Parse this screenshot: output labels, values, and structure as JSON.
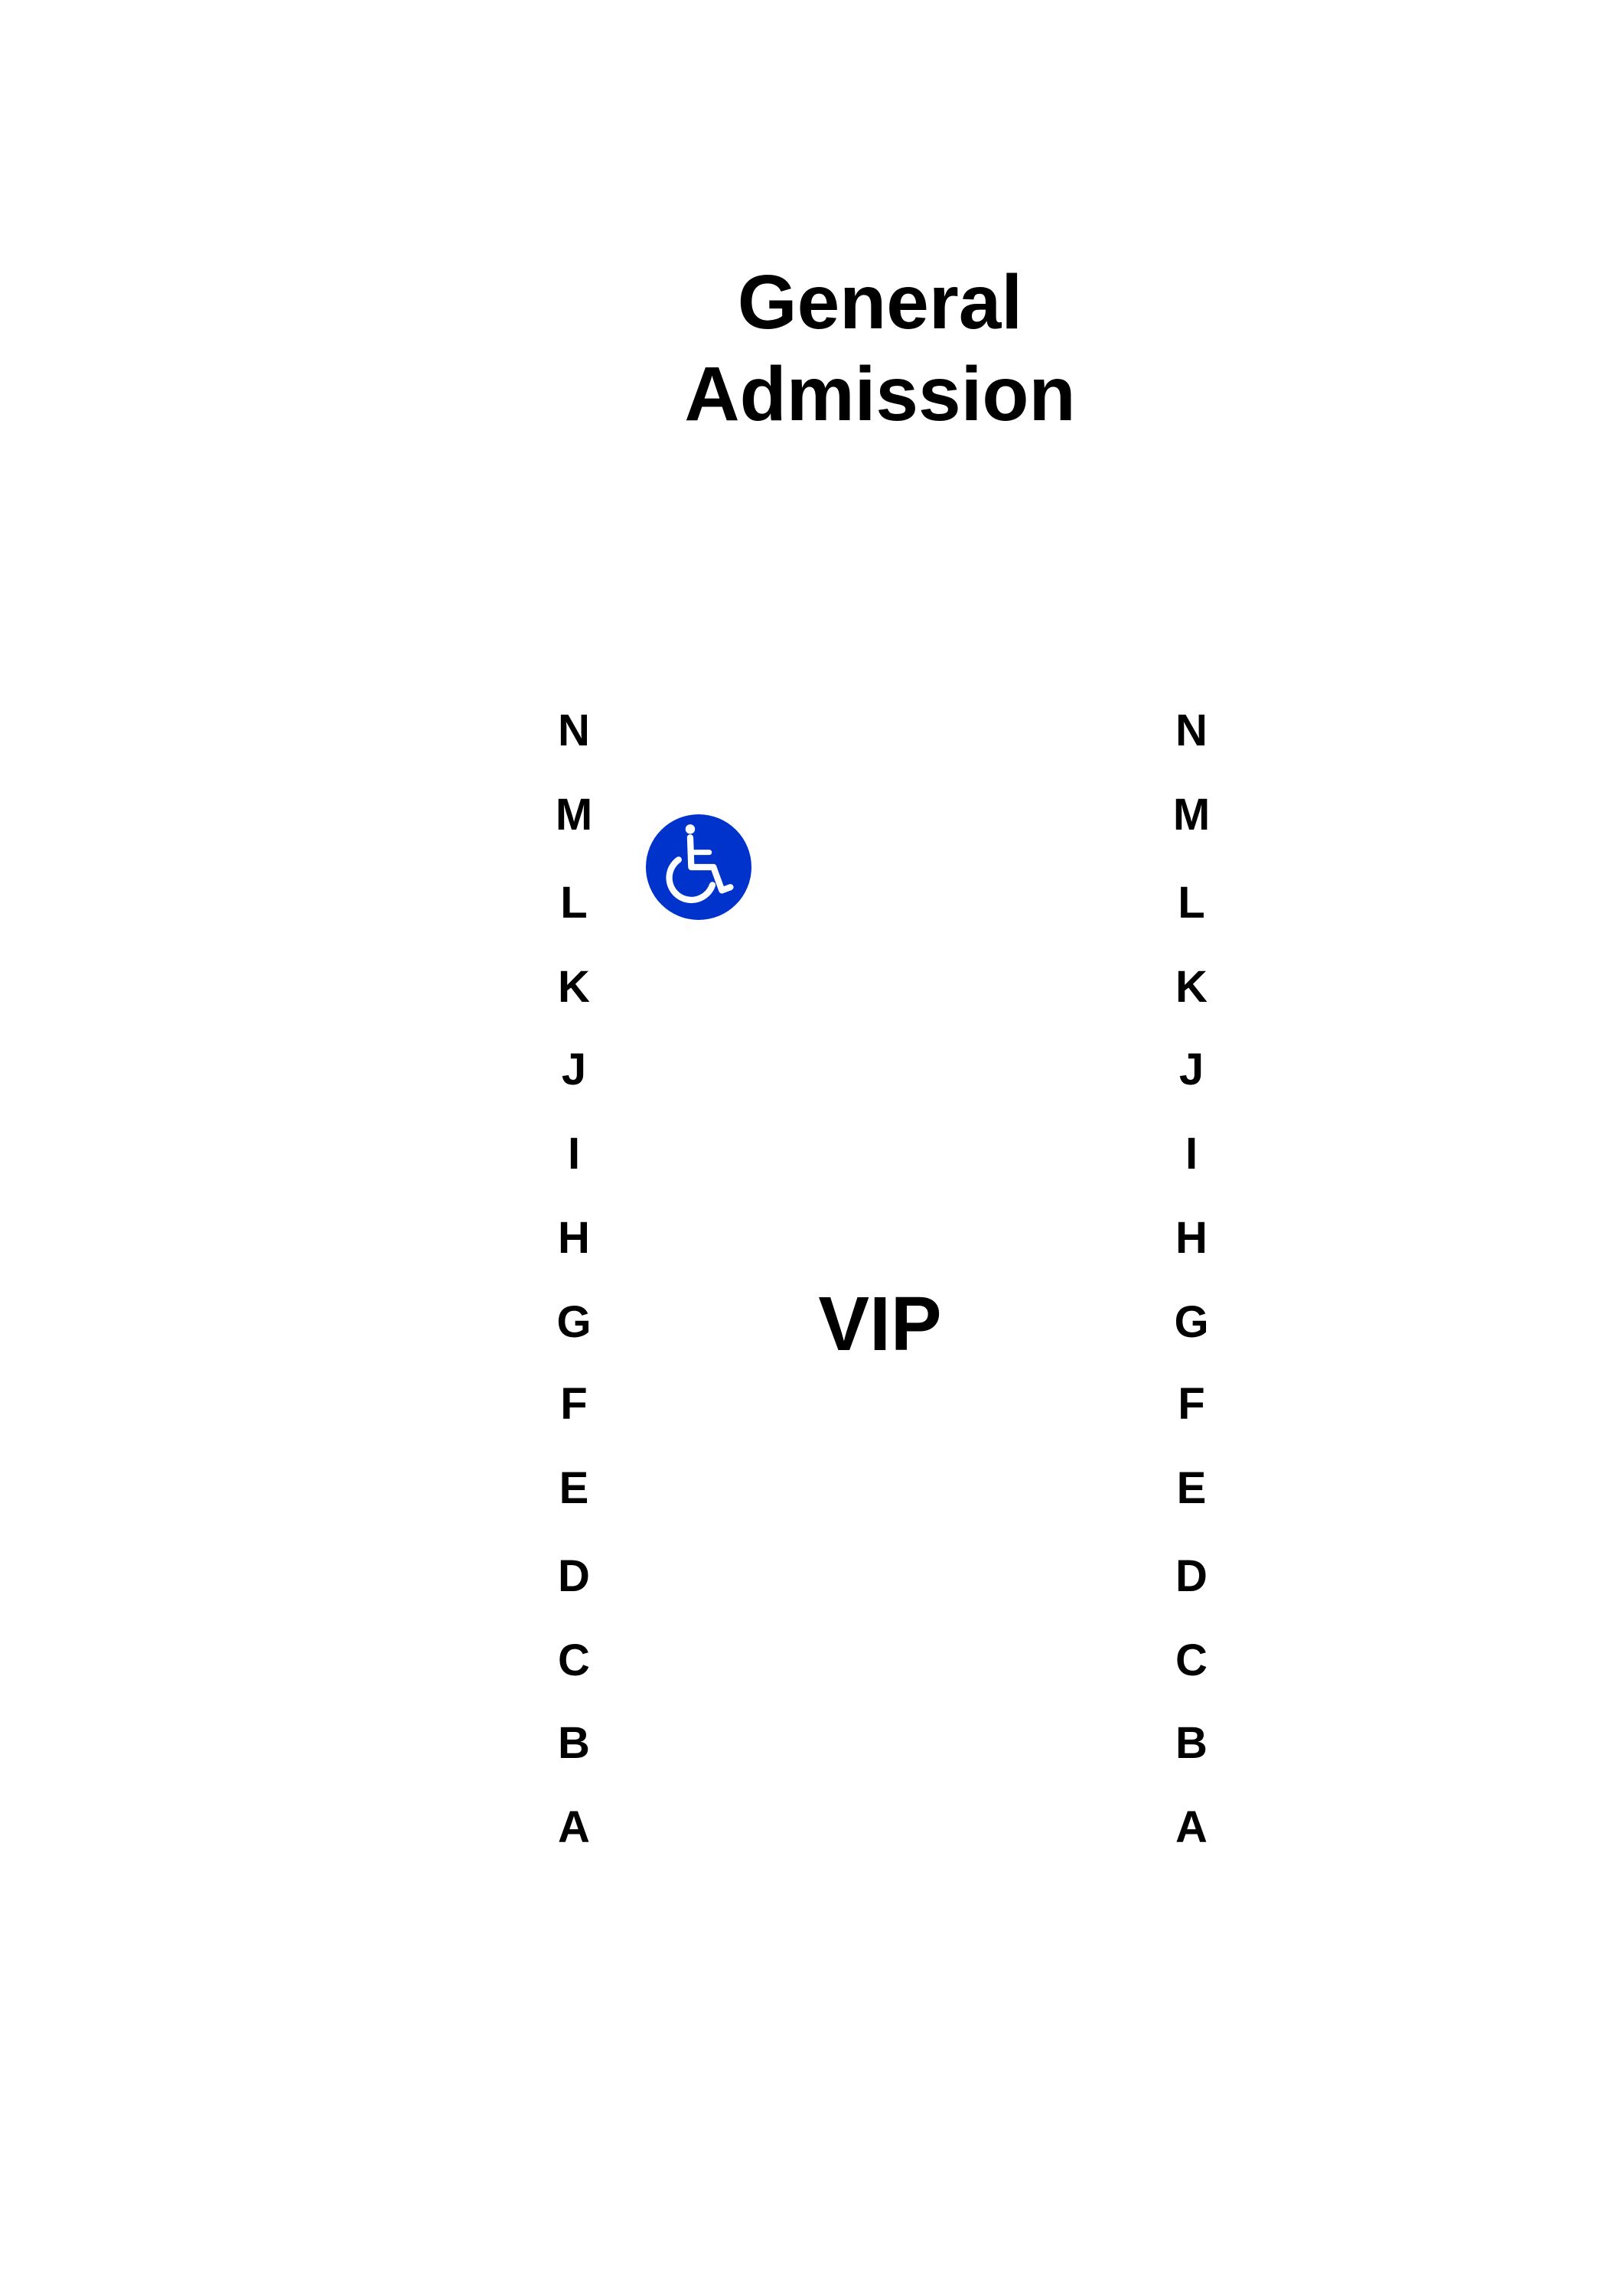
{
  "section_title": {
    "line1": "General",
    "line2": "Admission"
  },
  "center_label": "VIP",
  "rows": [
    "N",
    "M",
    "L",
    "K",
    "J",
    "I",
    "H",
    "G",
    "F",
    "E",
    "D",
    "C",
    "B",
    "A"
  ],
  "icons": {
    "accessible_seating": "wheelchair-icon"
  },
  "colors": {
    "accessible_icon_bg": "#0033cc",
    "text": "#000000"
  }
}
